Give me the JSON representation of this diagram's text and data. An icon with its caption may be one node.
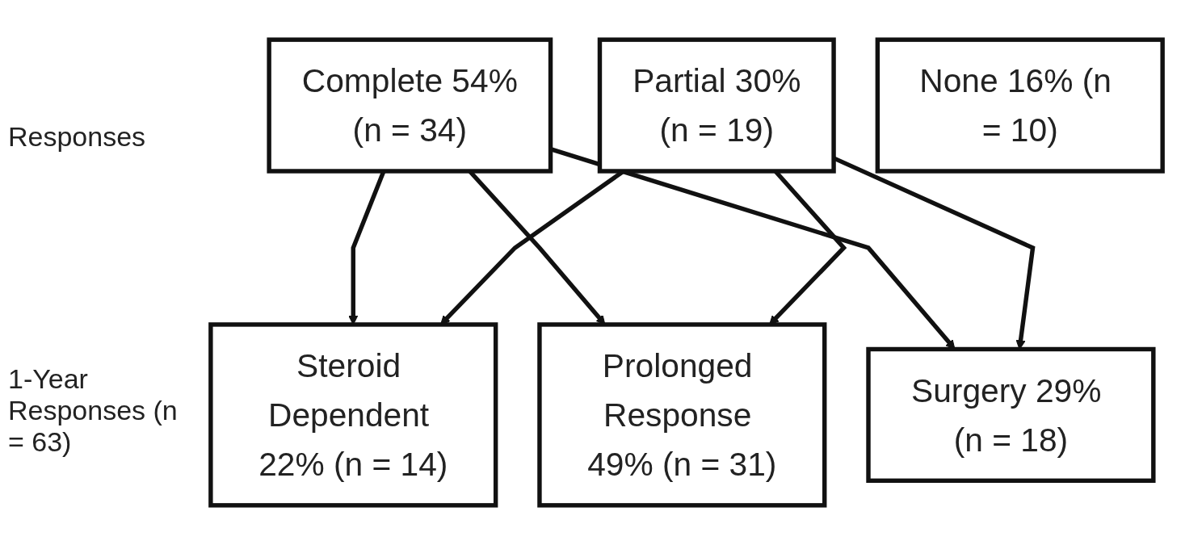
{
  "diagram": {
    "nodes": [
      {
        "text": [
          "Complete 54%",
          "(n = 34)"
        ]
      },
      {
        "text": [
          "Partial 30%",
          "(n = 19)"
        ]
      },
      {
        "text": [
          "None 16% (n = 10)"
        ]
      },
      {
        "text": [
          "Steroid Dependent 22% (n = 14)"
        ]
      },
      {
        "text": [
          "Prolonged Response 49% (n = 31)"
        ]
      },
      {
        "text": [
          "Surgery 29% (n = 18)"
        ]
      }
    ],
    "edges": [
      {
        "from": 0,
        "to": 3,
        "arrow": "to"
      },
      {
        "from": 0,
        "to": 4,
        "arrow": "to"
      },
      {
        "from": 0,
        "to": 5,
        "arrow": "to"
      },
      {
        "from": 1,
        "to": 3,
        "arrow": "to"
      },
      {
        "from": 1,
        "to": 4,
        "arrow": "to"
      },
      {
        "from": 1,
        "to": 5,
        "arrow": "to"
      }
    ],
    "labels": [
      "Responses",
      "1-Year Responses (n = 63)"
    ]
  }
}
